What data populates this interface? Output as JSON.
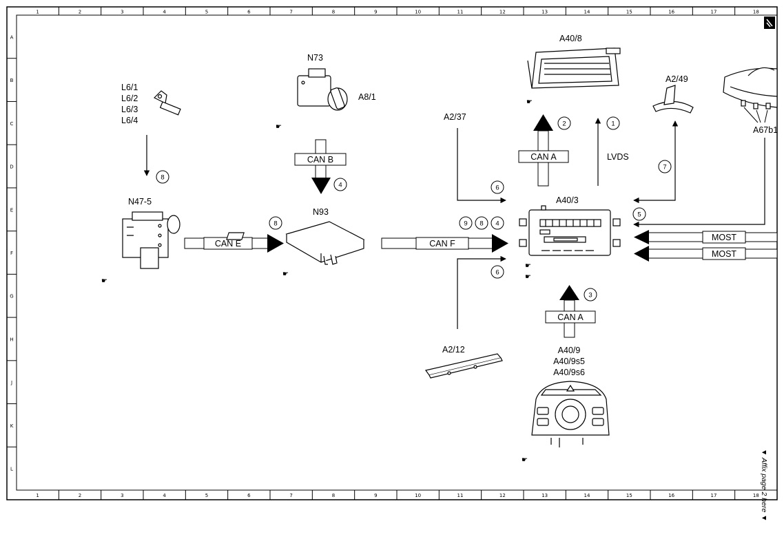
{
  "grid": {
    "columns": [
      "1",
      "2",
      "3",
      "4",
      "5",
      "6",
      "7",
      "8",
      "9",
      "10",
      "11",
      "12",
      "13",
      "14",
      "15",
      "16",
      "17",
      "18"
    ],
    "rows": [
      "A",
      "B",
      "C",
      "D",
      "E",
      "F",
      "G",
      "H",
      "J",
      "K",
      "L"
    ]
  },
  "components": {
    "l6_1": "L6/1",
    "l6_2": "L6/2",
    "l6_3": "L6/3",
    "l6_4": "L6/4",
    "n47_5": "N47-5",
    "n73": "N73",
    "a8_1": "A8/1",
    "n93": "N93",
    "a2_37": "A2/37",
    "a2_12": "A2/12",
    "a40_8": "A40/8",
    "a40_3": "A40/3",
    "a2_49": "A2/49",
    "a67b1": "A67b1",
    "a40_9": "A40/9",
    "a40_9s5": "A40/9s5",
    "a40_9s6": "A40/9s6"
  },
  "buses": {
    "can_b": "CAN B",
    "can_e": "CAN E",
    "can_f": "CAN F",
    "can_a_top": "CAN A",
    "can_a_bottom": "CAN A",
    "lvds": "LVDS",
    "most_1": "MOST",
    "most_2": "MOST"
  },
  "markers": {
    "m8_l6": "8",
    "m4_canb": "4",
    "m8_cane": "8",
    "m9": "9",
    "m8_canf": "8",
    "m4_canf": "4",
    "m6_a237": "6",
    "m6_a212": "6",
    "m2": "2",
    "m1": "1",
    "m7": "7",
    "m5": "5",
    "m3": "3"
  },
  "side_note": "▼ Affix page 2 here ▼"
}
